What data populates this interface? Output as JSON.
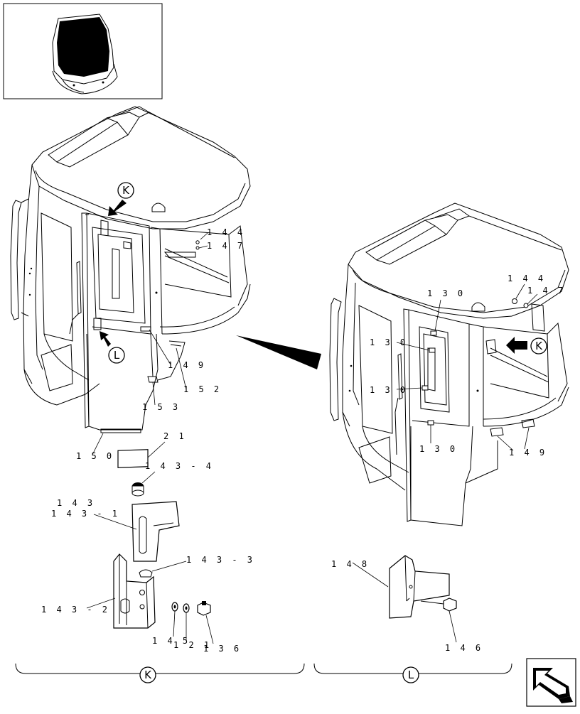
{
  "callouts": {
    "K": "K",
    "L": "L"
  },
  "labels_left": {
    "p144": "1 4 4",
    "p147": "1 4 7",
    "p149": "1 4 9",
    "p152": "1 5 2",
    "p153": "1 5 3",
    "p150": "1 5 0",
    "p21": "2 1",
    "p143_4": "1 4 3 - 4",
    "p143": "1 4 3",
    "p143_1": "1 4 3 - 1",
    "p143_3": "1 4 3 - 3",
    "p143_2": "1 4 3 - 2",
    "p145": "1 4 5",
    "p121": "1 2 1",
    "p136": "1 3 6"
  },
  "labels_right": {
    "p144": "1 4 4",
    "p147": "1 4 7",
    "p130a": "1 3 0",
    "p130b": "1 3 0",
    "p130c": "1 3 0",
    "p130d": "1 3 0",
    "p149": "1 4 9",
    "p148": "1 4 8",
    "p146": "1 4 6"
  },
  "icons": {
    "thumbnail": "cab-thumbnail-icon",
    "nav": "next-page-arrow-icon"
  },
  "colors": {
    "line": "#000000",
    "background": "#ffffff"
  }
}
